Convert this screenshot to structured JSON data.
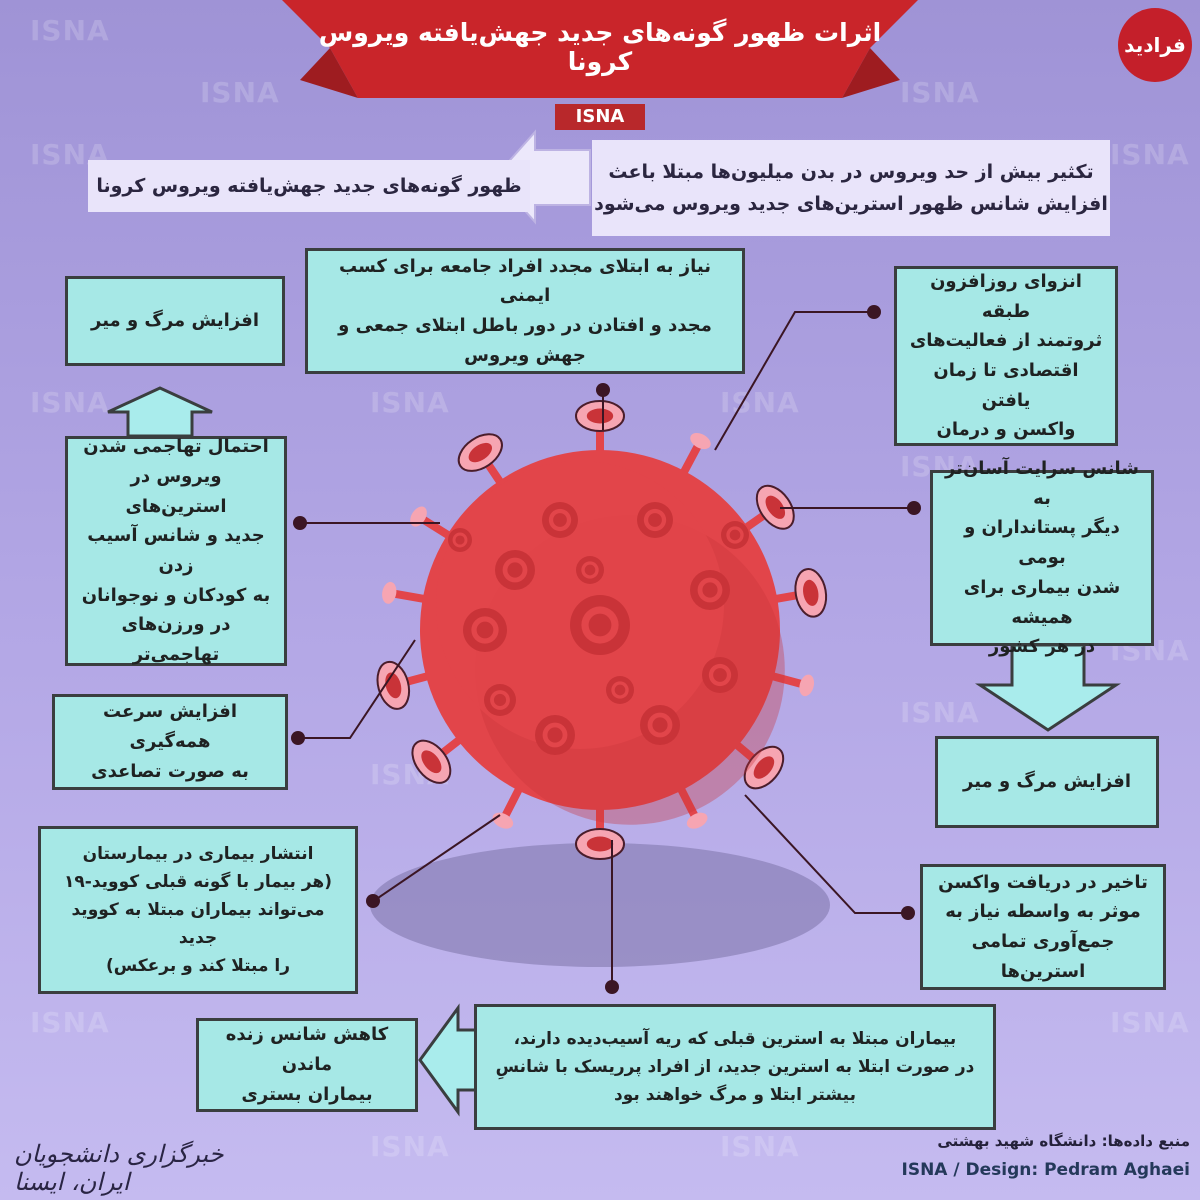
{
  "title": "اثرات ظهور گونه‌های جدید جهش‌یافته ویروس کرونا",
  "tag": "ISNA",
  "watermark": "ISNA",
  "logo_text": "فرادید",
  "top_left_label": "ظهور گونه‌های جدید جهش‌یافته ویروس کرونا",
  "top_right_box": {
    "line1": "تکثیر بیش از حد ویروس در بدن میلیون‌ها مبتلا باعث",
    "line2": "افزایش شانس ظهور استرین‌های جدید ویروس می‌شود"
  },
  "boxes": {
    "deaths_left": "افزایش مرگ و میر",
    "reinfection": [
      "نیاز به ابتلای مجدد افراد جامعه برای کسب ایمنی",
      "مجدد و افتادن در دور باطل ابتلای جمعی و",
      "جهش ویروس"
    ],
    "isolation": [
      "انزوای روزافزون طبقه",
      "ثروتمند از فعالیت‌های",
      "اقتصادی تا زمان یافتن",
      "واکسن و درمان"
    ],
    "aggressive": [
      "احتمال تهاجمی شدن",
      "ویروس در استرین‌های",
      "جدید و شانس آسیب زدن",
      "به کودکان و نوجوانان",
      "در ورزن‌های تهاجمی‌تر"
    ],
    "animals": [
      "شانس سرایت آسان‌تر به",
      "دیگر پستانداران و بومی",
      "شدن بیماری برای همیشه",
      "در هر کشور"
    ],
    "deaths_right": "افزایش مرگ و میر",
    "spread_speed": [
      "افزایش سرعت همه‌گیری",
      "به صورت تصاعدی"
    ],
    "hospital": [
      "انتشار بیماری در بیمارستان",
      "(هر بیمار با گونه قبلی کووید-۱۹",
      "می‌تواند بیماران مبتلا به کووید جدید",
      "را مبتلا کند و برعکس)"
    ],
    "vaccine_delay": [
      "تاخیر در دریافت واکسن",
      "موثر به واسطه نیاز به",
      "جمع‌آوری تمامی استرین‌ها"
    ],
    "lung_patients": [
      "بیماران مبتلا به استرین قبلی که ریه آسیب‌دیده دارند،",
      "در صورت ابتلا به استرین جدید، از افراد پرریسک با شانسِ",
      "بیشتر ابتلا و مرگ خواهند بود"
    ],
    "survival": [
      "کاهش شانس زنده ماندن",
      "بیماران بستری"
    ]
  },
  "source": "منبع داده‌ها: دانشگاه شهید بهشتی",
  "credit": "ISNA / Design: Pedram Aghaei",
  "agency": "خبرگزاری دانشجویان ایران، ایسنا",
  "colors": {
    "background": "#a99de0",
    "banner": "#c9252a",
    "box_fill": "#a6e8e6",
    "box_border": "#3a3e3f",
    "virus": "#e2454a",
    "virus_dark": "#c93338",
    "spike_ring": "#f6a5b2",
    "connector": "#3b1624",
    "arrow_fill": "#a9ecec"
  }
}
